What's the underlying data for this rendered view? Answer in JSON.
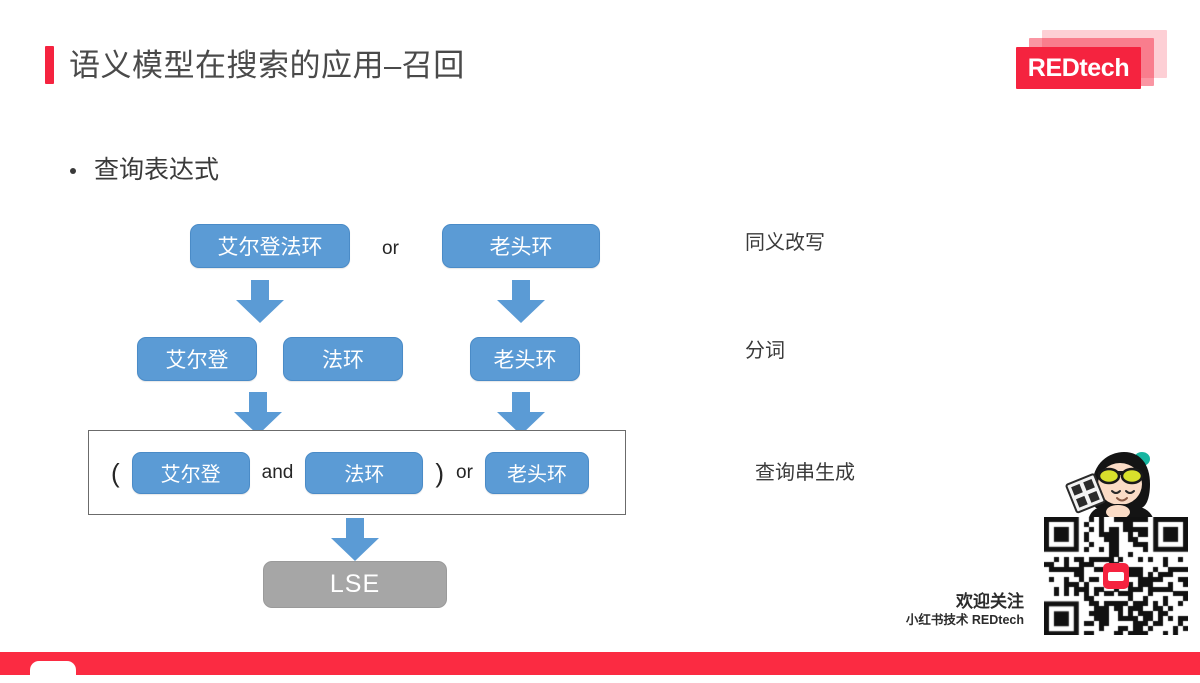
{
  "slide": {
    "title": "语义模型在搜索的应用–召回",
    "accent_color": "#F5233F",
    "background": "#ffffff"
  },
  "logo": {
    "text": "REDtech",
    "color": "#F5233F"
  },
  "bullet": {
    "label": "查询表达式"
  },
  "flow": {
    "chip_color": "#5B9BD5",
    "arrow_color": "#5B9BD5",
    "row1": {
      "left_chip": "艾尔登法环",
      "operator": "or",
      "right_chip": "老头环",
      "stage_label": "同义改写"
    },
    "row2": {
      "chip_a": "艾尔登",
      "chip_b": "法环",
      "chip_c": "老头环",
      "stage_label": "分词"
    },
    "row3": {
      "open_paren": "(",
      "chip_a": "艾尔登",
      "operator_and": "and",
      "chip_b": "法环",
      "close_paren": ")",
      "operator_or": "or",
      "chip_c": "老头环",
      "stage_label": "查询串生成"
    },
    "output": {
      "label": "LSE",
      "color": "#A6A6A6"
    }
  },
  "qr": {
    "follow_title": "欢迎关注",
    "follow_subtitle": "小红书技术 REDtech"
  },
  "footer": {
    "color": "#FB2B42"
  }
}
